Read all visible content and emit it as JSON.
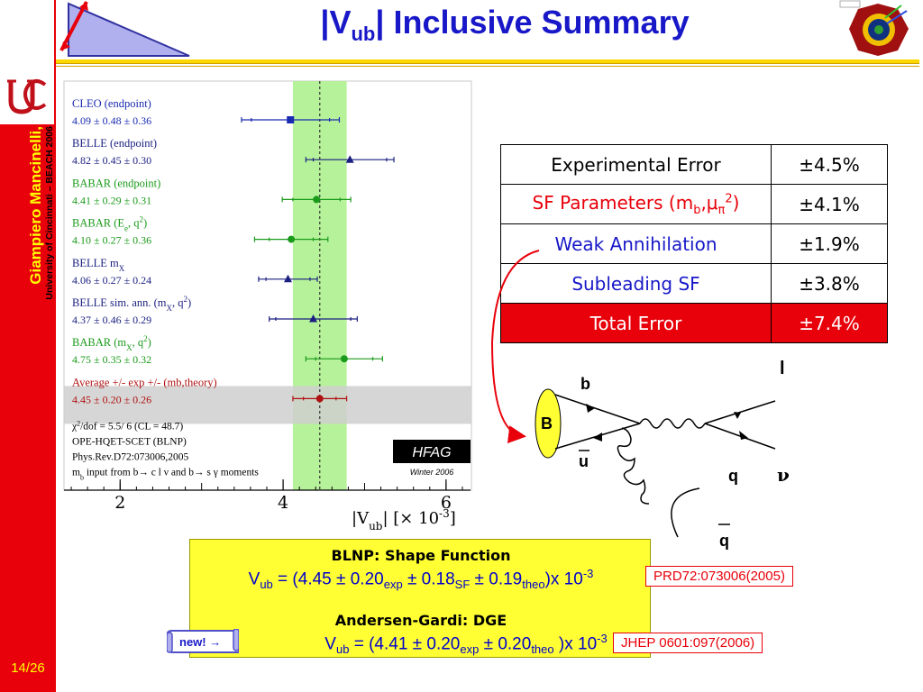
{
  "slide": {
    "title_main": "|V",
    "title_sub": "ub",
    "title_rest": "| Inclusive Summary",
    "author": "Giampiero Mancinelli,",
    "affiliation": "University of Cincinnati – BEACH 2006",
    "page": "14/26",
    "uc_logo": "UC"
  },
  "chart_data": {
    "type": "scatter",
    "xlabel": "|V",
    "xlabel_sub": "ub",
    "xlabel_rest": "|   [× 10",
    "xlabel_sup": "-3",
    "xlabel_end": "]",
    "xlim": [
      1.3,
      6.3
    ],
    "ticks": [
      "2",
      "4",
      "6"
    ],
    "tick_values": [
      2,
      4,
      6
    ],
    "average": 4.45,
    "band": [
      4.12,
      4.78
    ],
    "watermark": "HFAG",
    "watermark_sub": "Winter 2006",
    "series": [
      {
        "name": "CLEO (endpoint)",
        "value_text": "4.09 ± 0.48 ± 0.36",
        "value": 4.09,
        "err_inner": 0.48,
        "err_outer": 0.6,
        "color": "#1a2bb0",
        "marker": "square"
      },
      {
        "name": "BELLE (endpoint)",
        "value_text": "4.82 ± 0.45 ± 0.30",
        "value": 4.82,
        "err_inner": 0.45,
        "err_outer": 0.54,
        "color": "#1a1f80",
        "marker": "triangle"
      },
      {
        "name": "BABAR (endpoint)",
        "value_text": "4.41 ± 0.29 ± 0.31",
        "value": 4.41,
        "err_inner": 0.29,
        "err_outer": 0.42,
        "color": "#1a9a1a",
        "marker": "circle"
      },
      {
        "name": "BABAR (E",
        "name_sub": "e",
        "name_rest": ", q",
        "name_sup": "2",
        "name_end": ")",
        "value_text": "4.10 ± 0.27 ± 0.36",
        "value": 4.1,
        "err_inner": 0.27,
        "err_outer": 0.45,
        "color": "#1a9a1a",
        "marker": "circle"
      },
      {
        "name": "BELLE m",
        "name_sub": "X",
        "value_text": "4.06 ± 0.27 ± 0.24",
        "value": 4.06,
        "err_inner": 0.27,
        "err_outer": 0.36,
        "color": "#1a1f80",
        "marker": "triangle"
      },
      {
        "name": "BELLE sim. ann. (m",
        "name_sub": "X",
        "name_rest": ", q",
        "name_sup": "2",
        "name_end": ")",
        "value_text": "4.37 ± 0.46 ± 0.29",
        "value": 4.37,
        "err_inner": 0.46,
        "err_outer": 0.54,
        "color": "#1a1f80",
        "marker": "triangle"
      },
      {
        "name": "BABAR (m",
        "name_sub": "X",
        "name_rest": ", q",
        "name_sup": "2",
        "name_end": ")",
        "value_text": "4.75 ± 0.35 ± 0.32",
        "value": 4.75,
        "err_inner": 0.35,
        "err_outer": 0.47,
        "color": "#1a9a1a",
        "marker": "circle"
      },
      {
        "name": "Average +/- exp +/- (mb,theory)",
        "value_text": "4.45 ± 0.20 ± 0.26",
        "value": 4.45,
        "err_inner": 0.2,
        "err_outer": 0.33,
        "color": "#b01010",
        "marker": "circle",
        "highlight": true
      }
    ],
    "notes": [
      {
        "pre": "χ",
        "sup": "2",
        "post": "/dof = 5.5/ 6 (CL = 48.7)"
      },
      {
        "pre": "OPE-HQET-SCET (BLNP)"
      },
      {
        "pre": "Phys.Rev.D72:073006,2005"
      },
      {
        "pre": "m",
        "sub": "b",
        "post": " input from b→ c l ν and b→ s γ moments"
      }
    ]
  },
  "errors": {
    "rows": [
      {
        "label": "Experimental Error",
        "value": "±4.5%",
        "color": "#000000"
      },
      {
        "label_pre": "SF Parameters (m",
        "label_sub1": "b",
        "label_mid": ",μ",
        "label_sub2": "π",
        "label_sup": "2",
        "label_end": ")",
        "value": "±4.1%",
        "color": "#e8000a"
      },
      {
        "label": "Weak Annihilation",
        "value": "±1.9%",
        "color": "#1818c8"
      },
      {
        "label": "Subleading SF",
        "value": "±3.8%",
        "color": "#1818c8"
      },
      {
        "label": "Total Error",
        "value": "±7.4%",
        "color": "#ffffff",
        "total": true
      }
    ]
  },
  "feynman": {
    "b": "b",
    "B": "B",
    "ubar": "u",
    "l": "l",
    "nu": "ν",
    "q": "q",
    "qbar": "q",
    "arrow_color": "#e8000a"
  },
  "results": {
    "blnp_head": "BLNP:  Shape Function",
    "blnp": {
      "v": "V",
      "vsub": "ub",
      "a": " = (4.45 ± 0.20",
      "s1": "exp",
      "b": " ± 0.18",
      "s2": "SF",
      "c": " ± 0.19",
      "s3": "theo",
      "d": ")x 10",
      "sup": "-3"
    },
    "ag_head": "Andersen-Gardi: DGE",
    "ag": {
      "v": "V",
      "vsub": "ub",
      "a": " = (4.41 ± 0.20",
      "s1": "exp",
      "b": " ± 0.20",
      "s2": "theo",
      "c": " )x 10",
      "sup": "-3"
    },
    "ref1": "PRD72:073006(2005)",
    "ref2": "JHEP 0601:097(2006)",
    "new_label": "new! →"
  }
}
